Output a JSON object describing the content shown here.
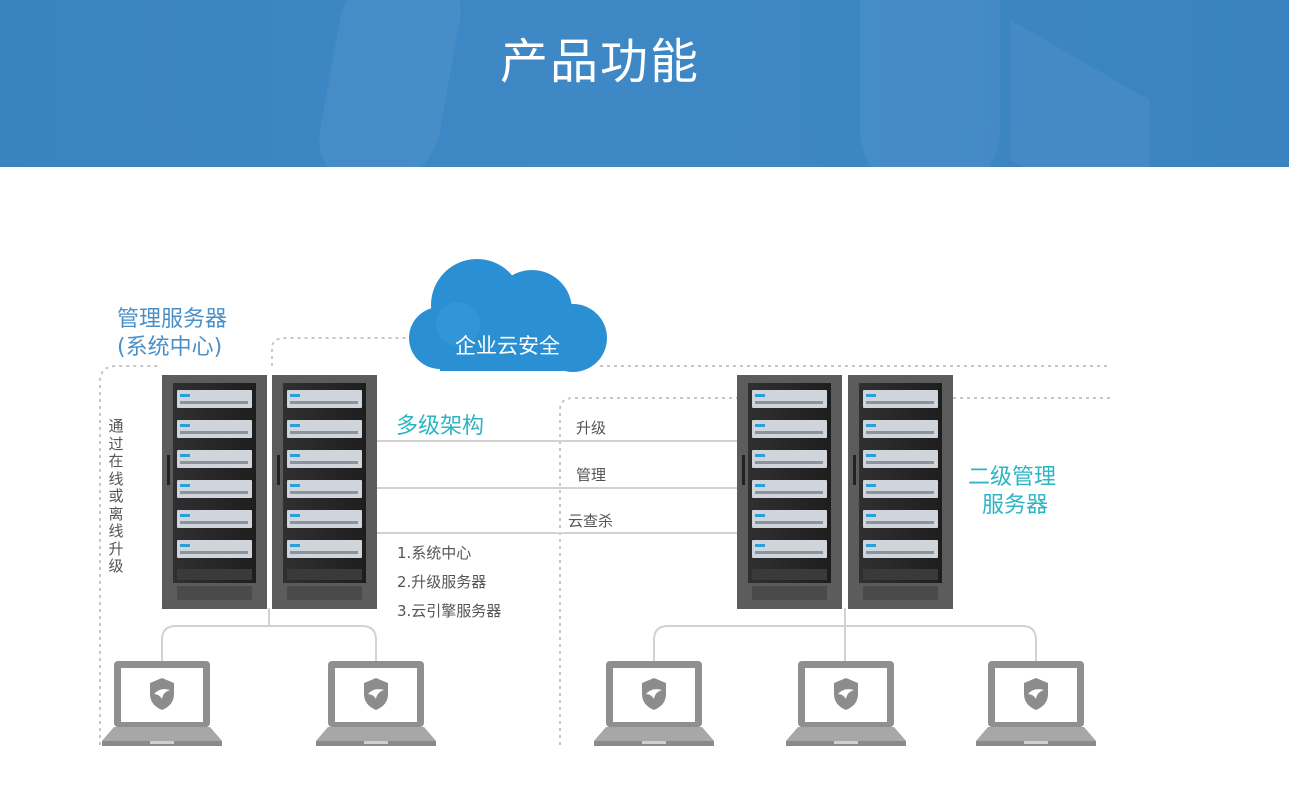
{
  "page": {
    "title": "产品功能"
  },
  "diagram": {
    "cloud": {
      "label": "企业云安全"
    },
    "primary_server": {
      "title_line1": "管理服务器",
      "title_line2": "(系统中心)"
    },
    "secondary_server": {
      "title_line1": "二级管理",
      "title_line2": "服务器"
    },
    "architecture_label": "多级架构",
    "side_note": "通过在线或离线升级",
    "links": [
      "升级",
      "管理",
      "云查杀"
    ],
    "components": [
      "1.系统中心",
      "2.升级服务器",
      "3.云引擎服务器"
    ],
    "colors": {
      "banner": "#3d86c4",
      "cloud": "#2b8fd3",
      "blue_label": "#4a90c8",
      "teal_label": "#2cb5c4",
      "rack": "#5c5c5c"
    }
  }
}
